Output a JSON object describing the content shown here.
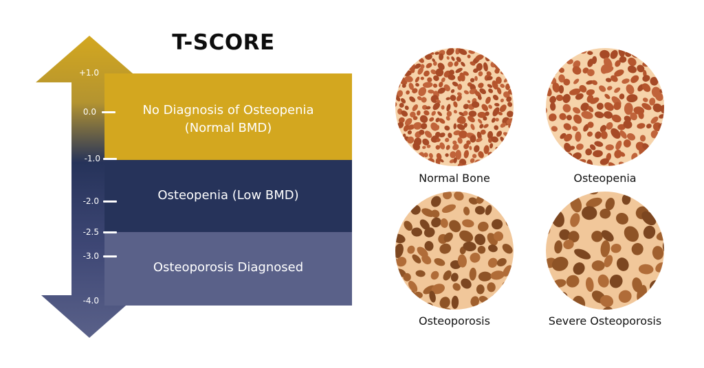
{
  "title": "T-SCORE",
  "scale": {
    "ticks": [
      {
        "label": "+1.0",
        "value": 1.0
      },
      {
        "label": "0.0",
        "value": 0.0
      },
      {
        "label": "-1.0",
        "value": -1.0
      },
      {
        "label": "-2.0",
        "value": -2.0
      },
      {
        "label": "-2.5",
        "value": -2.5
      },
      {
        "label": "-3.0",
        "value": -3.0
      },
      {
        "label": "-4.0",
        "value": -4.0
      }
    ],
    "bands": [
      {
        "label_line1": "No Diagnosis of Osteopenia",
        "label_line2": "(Normal BMD)",
        "from": 1.0,
        "to": -1.0,
        "color": "#D3A71F"
      },
      {
        "label_line1": "Osteopenia (Low BMD)",
        "label_line2": "",
        "from": -1.0,
        "to": -2.5,
        "color": "#26335A"
      },
      {
        "label_line1": "Osteoporosis Diagnosed",
        "label_line2": "",
        "from": -2.5,
        "to": -4.0,
        "color": "#5A6189"
      }
    ],
    "arrow_top_color": "#D3A71F",
    "arrow_bottom_color": "#5A6189"
  },
  "bones": [
    {
      "caption": "Normal Bone",
      "severity": 0.0
    },
    {
      "caption": "Osteopenia",
      "severity": 0.25
    },
    {
      "caption": "Osteoporosis",
      "severity": 0.6
    },
    {
      "caption": "Severe Osteoporosis",
      "severity": 1.0
    }
  ]
}
